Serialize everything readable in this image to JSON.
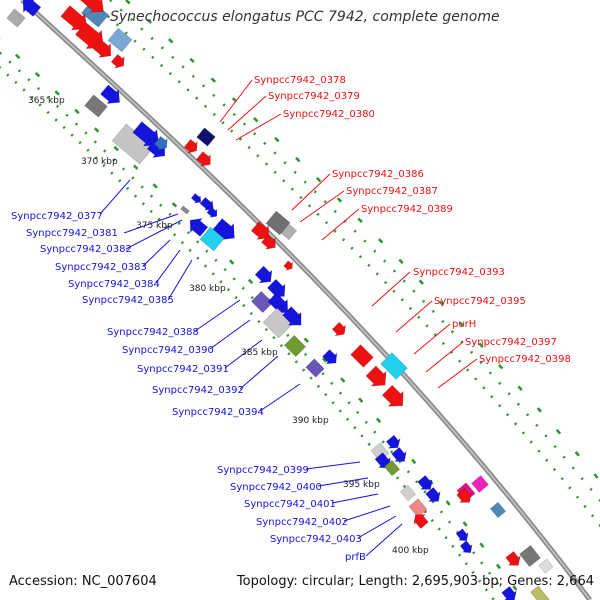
{
  "title": "Synechococcus elongatus PCC 7942, complete genome",
  "footer": {
    "accession": "Accession: NC_007604",
    "stats": "Topology: circular; Length: 2,695,903 bp; Genes: 2,664"
  },
  "scale_labels": [
    "365 kbp",
    "370 kbp",
    "375 kbp",
    "380 kbp",
    "385 kbp",
    "390 kbp",
    "395 kbp",
    "400 kbp"
  ],
  "labels_right": [
    "Synpcc7942_0378",
    "Synpcc7942_0379",
    "Synpcc7942_0380",
    "Synpcc7942_0386",
    "Synpcc7942_0387",
    "Synpcc7942_0389",
    "Synpcc7942_0393",
    "Synpcc7942_0395",
    "purH",
    "Synpcc7942_0397",
    "Synpcc7942_0398"
  ],
  "labels_left": [
    "Synpcc7942_0377",
    "Synpcc7942_0381",
    "Synpcc7942_0382",
    "Synpcc7942_0383",
    "Synpcc7942_0384",
    "Synpcc7942_0385",
    "Synpcc7942_0388",
    "Synpcc7942_0390",
    "Synpcc7942_0391",
    "Synpcc7942_0392",
    "Synpcc7942_0394",
    "Synpcc7942_0399",
    "Synpcc7942_0400",
    "Synpcc7942_0401",
    "Synpcc7942_0402",
    "Synpcc7942_0403",
    "prfB"
  ],
  "colors": {
    "forward": "#ee1111",
    "reverse": "#1414dd",
    "backbone": "#9a9a9a",
    "gc_dots": "#2a9a2a",
    "grey_feature": "#aaaaaa",
    "steel_feature": "#4f88b8",
    "cyan_feature": "#22d0ee",
    "olive_feature": "#6f9a2f",
    "purple_feature": "#6a55bb",
    "magenta_feature": "#ee22bb"
  }
}
